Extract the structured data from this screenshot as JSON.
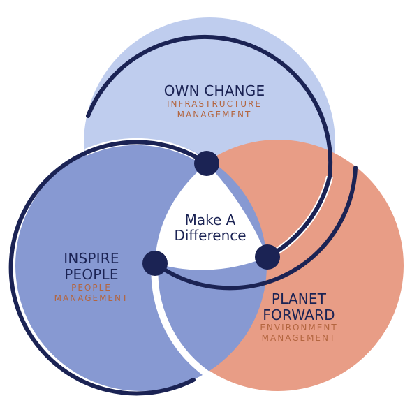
{
  "center": {
    "line1": "Make A",
    "line2": "Difference"
  },
  "circles": {
    "own_change": {
      "title": "OWN CHANGE",
      "sub1": "INFRASTRUCTURE",
      "sub2": "MANAGEMENT",
      "fill": "#bfcdee"
    },
    "inspire_people": {
      "title1": "INSPIRE",
      "title2": "PEOPLE",
      "sub1": "PEOPLE",
      "sub2": "MANAGEMENT",
      "fill": "#8799d2"
    },
    "planet_forward": {
      "title1": "PLANET",
      "title2": "FORWARD",
      "sub1": "ENVIRONMENT",
      "sub2": "MANAGEMENT",
      "fill": "#e89d86"
    }
  },
  "colors": {
    "navy": "#1b2354",
    "subtitle": "#b3653f",
    "white": "#ffffff"
  }
}
